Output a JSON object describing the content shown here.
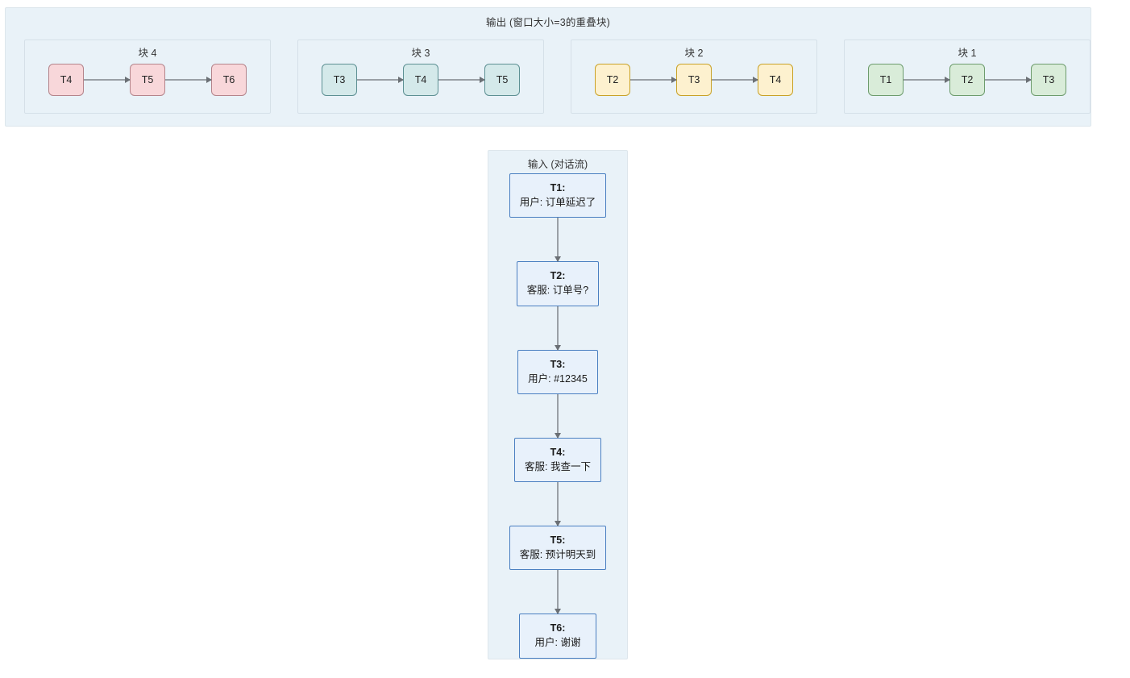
{
  "output": {
    "title": "输出 (窗口大小=3的重叠块)",
    "chunks": [
      {
        "title": "块 4",
        "palette": "pal-pink",
        "nodes": [
          "T4",
          "T5",
          "T6"
        ]
      },
      {
        "title": "块 3",
        "palette": "pal-teal",
        "nodes": [
          "T3",
          "T4",
          "T5"
        ]
      },
      {
        "title": "块 2",
        "palette": "pal-amber",
        "nodes": [
          "T2",
          "T3",
          "T4"
        ]
      },
      {
        "title": "块 1",
        "palette": "pal-green",
        "nodes": [
          "T1",
          "T2",
          "T3"
        ]
      }
    ]
  },
  "input": {
    "title": "输入 (对话流)",
    "turns": [
      {
        "id": "T1:",
        "text": "用户: 订单延迟了"
      },
      {
        "id": "T2:",
        "text": "客服: 订单号?"
      },
      {
        "id": "T3:",
        "text": "用户: #12345"
      },
      {
        "id": "T4:",
        "text": "客服: 我查一下"
      },
      {
        "id": "T5:",
        "text": "客服: 预计明天到"
      },
      {
        "id": "T6:",
        "text": "用户: 谢谢"
      }
    ]
  },
  "colors": {
    "panel_bg": "#e9f2f8",
    "panel_border": "#dde6ec",
    "chunk_border": "#d5e0e8",
    "input_node_fill": "#e8f1fb",
    "input_node_border": "#4a7fc1",
    "connector": "#9aa0a6",
    "pink_fill": "#f8d7da",
    "pink_border": "#b4848b",
    "teal_fill": "#d4e9ea",
    "teal_border": "#5d9093",
    "amber_fill": "#fdf1cf",
    "amber_border": "#c9a227",
    "green_fill": "#d9ecd9",
    "green_border": "#6d9c6d"
  }
}
